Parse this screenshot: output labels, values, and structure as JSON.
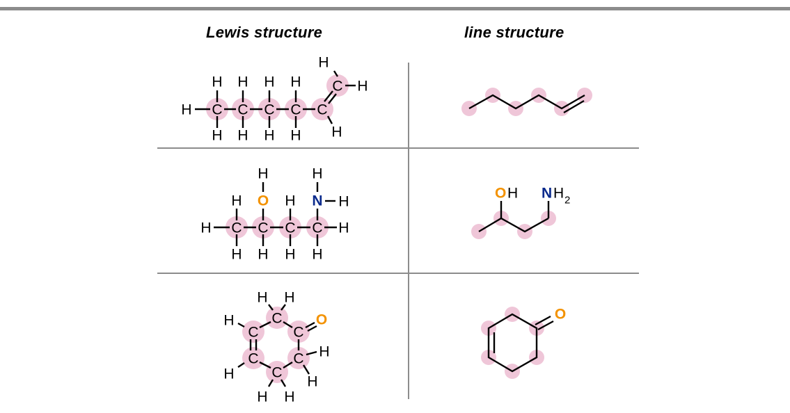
{
  "headers": {
    "lewis": "Lewis structure",
    "line": "line structure"
  },
  "atoms": {
    "H": "H",
    "C": "C",
    "O": "O",
    "N": "N",
    "OH_H": "H",
    "NH2_H": "H",
    "NH2_sub": "2"
  },
  "colors": {
    "carbon_highlight": "#efc6d8",
    "oxygen": "#f39200",
    "nitrogen": "#0a2a8c",
    "rule": "#8c8c8c",
    "bond": "#000000"
  }
}
